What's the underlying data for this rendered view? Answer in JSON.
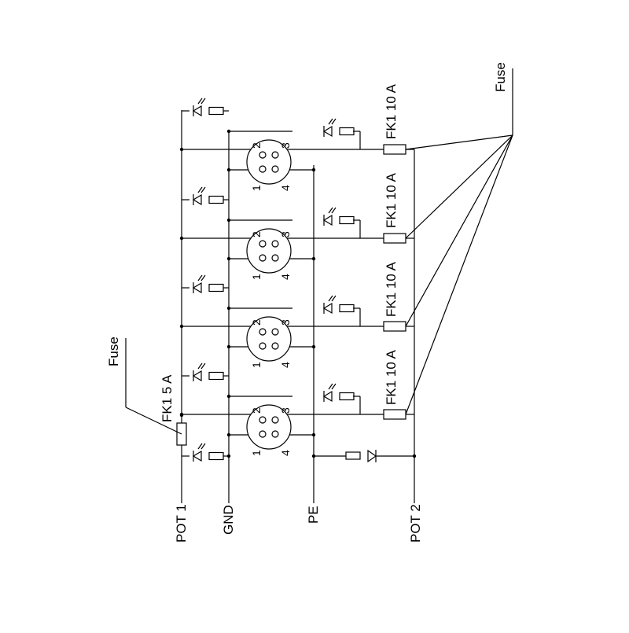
{
  "colors": {
    "line": "#000000",
    "background": "#ffffff"
  },
  "rails": [
    {
      "key": "pot1",
      "label": "POT 1"
    },
    {
      "key": "gnd",
      "label": "GND"
    },
    {
      "key": "pe",
      "label": "PE"
    },
    {
      "key": "pot2",
      "label": "POT 2"
    }
  ],
  "main_fuse": {
    "label": "FK1 5 A",
    "callout": "Fuse"
  },
  "branch_fuse_label": "FK1 10 A",
  "fuse_callout": "Fuse",
  "connectors": [
    {
      "pins": [
        "1",
        "2",
        "3",
        "4"
      ]
    },
    {
      "pins": [
        "1",
        "2",
        "3",
        "4"
      ]
    },
    {
      "pins": [
        "1",
        "2",
        "3",
        "4"
      ]
    },
    {
      "pins": [
        "1",
        "2",
        "3",
        "4"
      ]
    }
  ]
}
